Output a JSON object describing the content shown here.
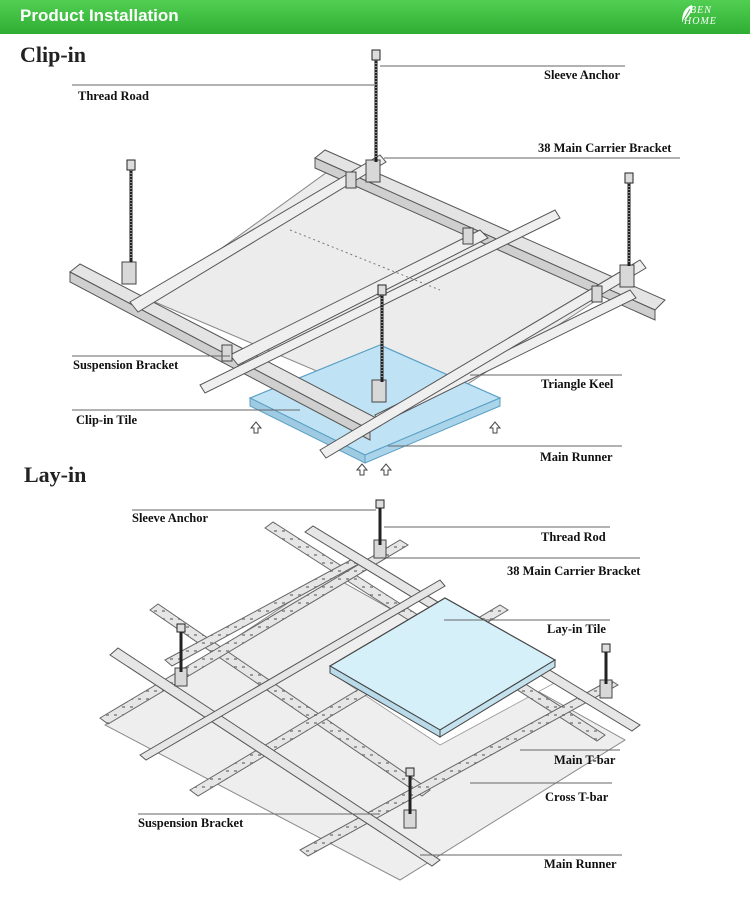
{
  "header": {
    "title": "Product Installation",
    "logo_line1": "BEN",
    "logo_line2": "HOME",
    "color": "#3cbc3f"
  },
  "clip_in": {
    "title": "Clip-in",
    "labels": {
      "sleeve_anchor": "Sleeve Anchor",
      "thread_road": "Thread Road",
      "main_carrier_bracket": "38 Main Carrier Bracket",
      "suspension_bracket": "Suspension Bracket",
      "triangle_keel": "Triangle Keel",
      "clip_in_tile": "Clip-in Tile",
      "main_runner": "Main Runner"
    }
  },
  "lay_in": {
    "title": "Lay-in",
    "labels": {
      "sleeve_anchor": "Sleeve Anchor",
      "thread_rod": "Thread Rod",
      "main_carrier_bracket": "38 Main Carrier Bracket",
      "lay_in_tile": "Lay-in Tile",
      "main_t_bar": "Main T-bar",
      "cross_t_bar": "Cross T-bar",
      "suspension_bracket": "Suspension Bracket",
      "main_runner": "Main Runner"
    }
  },
  "colors": {
    "tile_blue": "#bfe3f5",
    "metal": "#e2e2e2",
    "line": "#555555"
  }
}
